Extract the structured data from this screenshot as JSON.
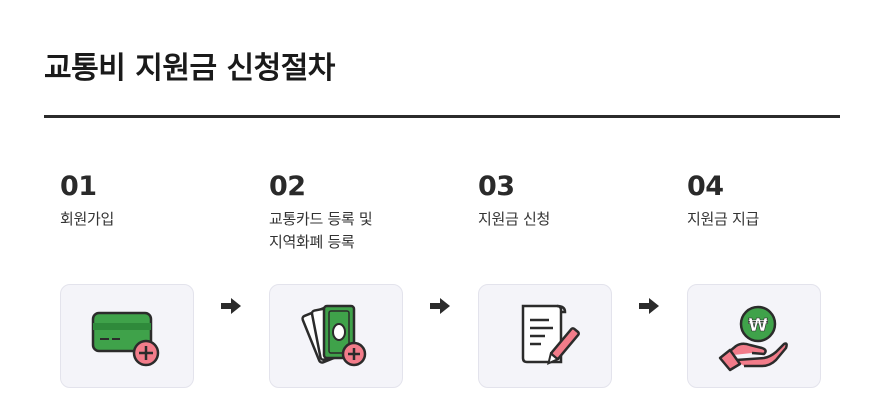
{
  "page_title": "교통비 지원금 신청절차",
  "steps": [
    {
      "number": "01",
      "label": "회원가입",
      "icon": "credit-card-add-icon"
    },
    {
      "number": "02",
      "label": "교통카드 등록 및\n지역화폐 등록",
      "icon": "banknotes-add-icon"
    },
    {
      "number": "03",
      "label": "지원금 신청",
      "icon": "document-pen-icon"
    },
    {
      "number": "04",
      "label": "지원금 지급",
      "icon": "hand-won-coin-icon"
    }
  ],
  "colors": {
    "accent_green": "#3fa24a",
    "accent_pink": "#f27c8a",
    "icon_bg": "#f4f4f9",
    "dark": "#2b2b2b"
  },
  "icons": {
    "arrow": "arrow-right-icon",
    "currency_symbol": "₩"
  }
}
